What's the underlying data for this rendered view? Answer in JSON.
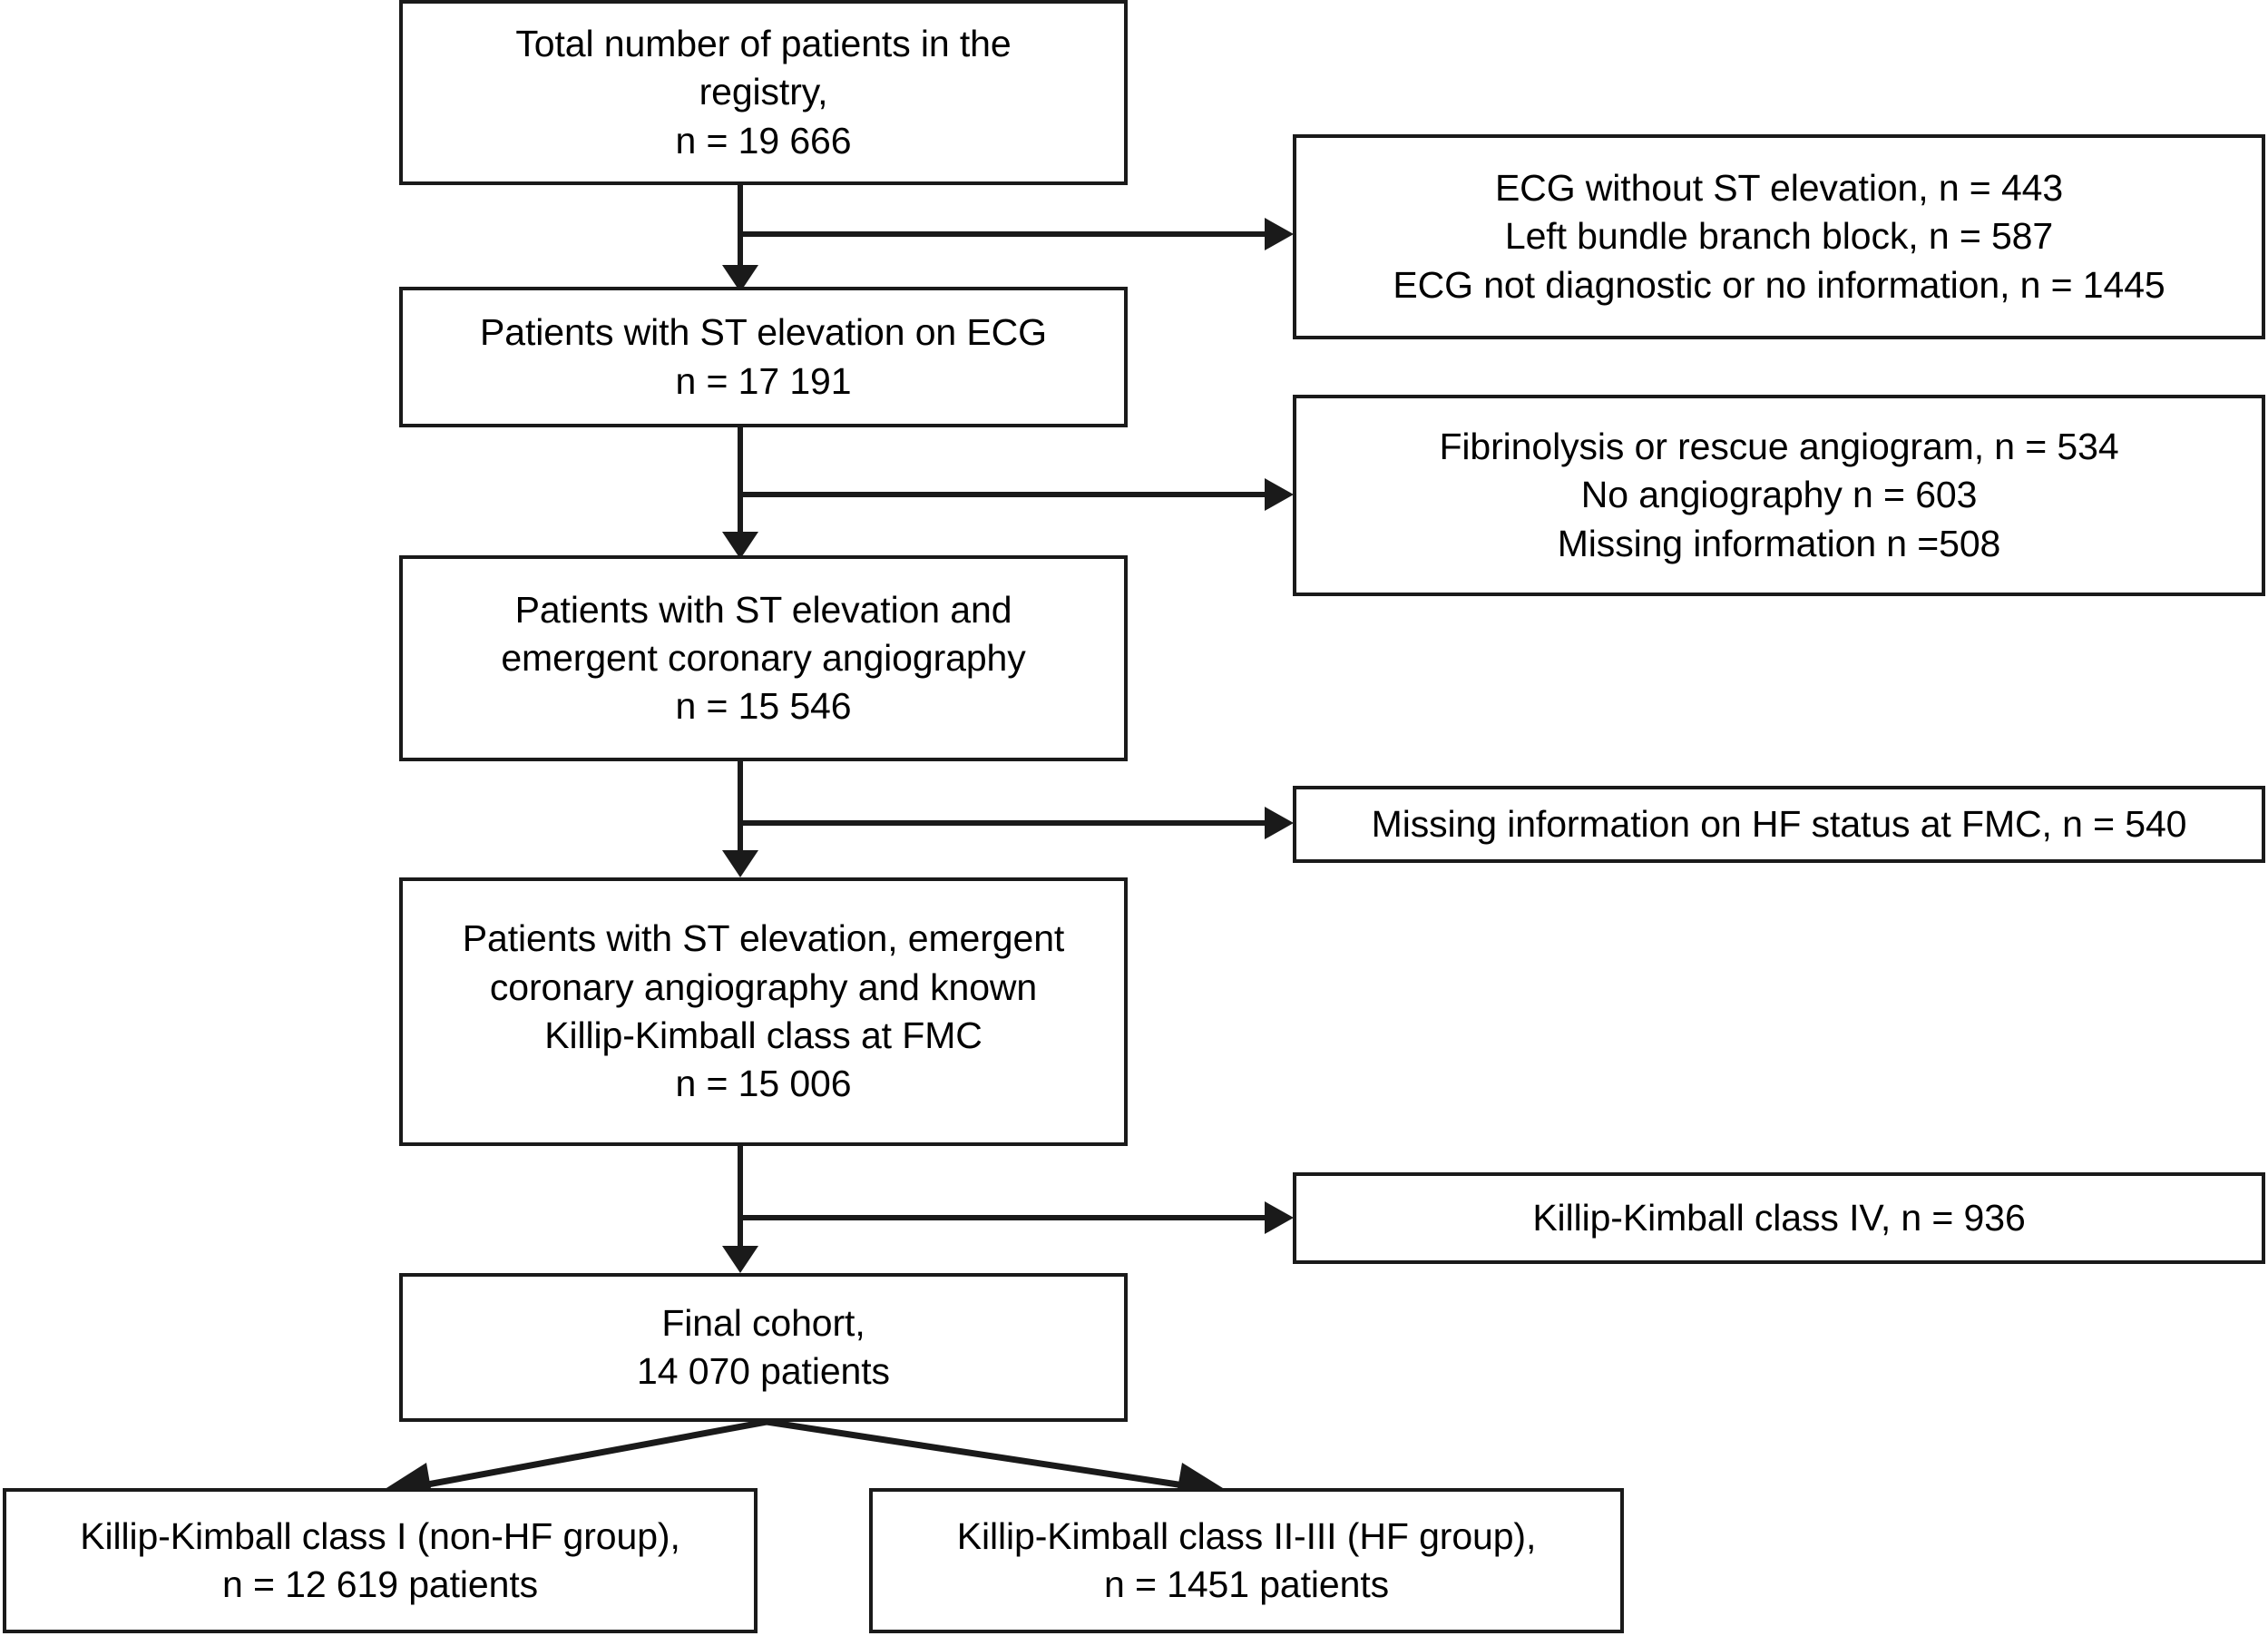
{
  "diagram": {
    "type": "flowchart",
    "title": "STEMI registry patient selection flow chart",
    "main_nodes": [
      {
        "id": "total-registry",
        "lines": [
          "Total number of patients in the",
          "registry,",
          "n = 19 666"
        ]
      },
      {
        "id": "st-elevation-ecg",
        "lines": [
          "Patients with ST elevation on ECG",
          "n = 17 191"
        ]
      },
      {
        "id": "st-elevation-angiography",
        "lines": [
          "Patients with ST elevation and",
          "emergent coronary angiography",
          "n = 15 546"
        ]
      },
      {
        "id": "known-killip-class",
        "lines": [
          "Patients with ST elevation, emergent",
          "coronary angiography and known",
          "Killip-Kimball class at FMC",
          "n = 15 006"
        ]
      },
      {
        "id": "final-cohort",
        "lines": [
          "Final cohort,",
          "14 070 patients"
        ]
      }
    ],
    "exclusion_nodes": [
      {
        "id": "exclusion-ecg",
        "lines": [
          "ECG without ST elevation, n = 443",
          "Left bundle branch block, n = 587",
          "ECG not diagnostic or no information, n = 1445"
        ]
      },
      {
        "id": "exclusion-angiography",
        "lines": [
          "Fibrinolysis or rescue angiogram, n = 534",
          "No angiography n = 603",
          "Missing information n =508"
        ]
      },
      {
        "id": "exclusion-hf-status",
        "lines": [
          "Missing information on HF status at FMC, n = 540"
        ]
      },
      {
        "id": "exclusion-killip-iv",
        "lines": [
          "Killip-Kimball class IV, n = 936"
        ]
      }
    ],
    "outcome_nodes": [
      {
        "id": "group-non-hf",
        "lines": [
          "Killip-Kimball class I (non-HF group),",
          "n = 12 619 patients"
        ]
      },
      {
        "id": "group-hf",
        "lines": [
          "Killip-Kimball class II-III (HF group),",
          "n = 1451 patients"
        ]
      }
    ],
    "colors": {
      "stroke": "#1a1a1a",
      "fill": "#ffffff",
      "text": "#000000"
    }
  }
}
